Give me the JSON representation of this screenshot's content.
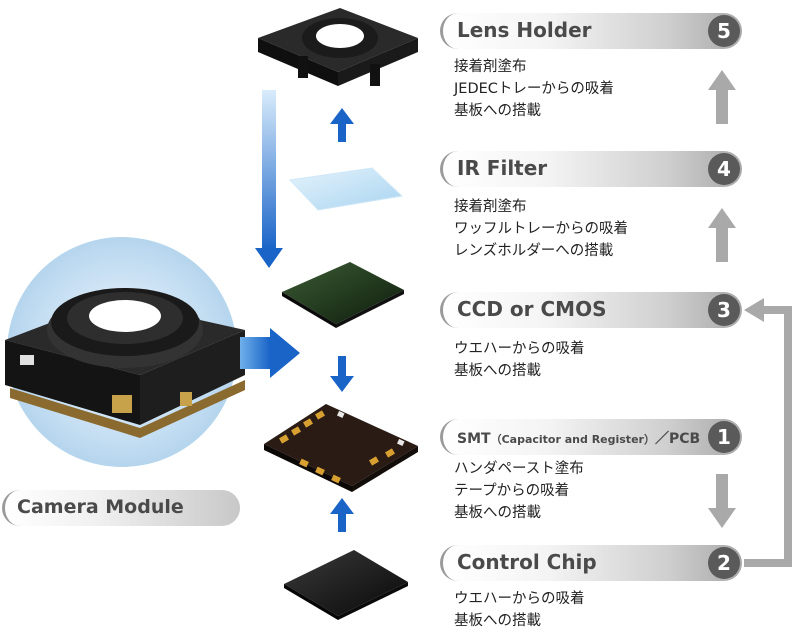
{
  "camera_module": {
    "label": "Camera Module"
  },
  "steps": [
    {
      "id": "lens-holder",
      "title": "Lens Holder",
      "number": "5",
      "lines": [
        "接着剤塗布",
        "JEDECトレーからの吸着",
        "基板への搭載"
      ]
    },
    {
      "id": "ir-filter",
      "title": "IR Filter",
      "number": "4",
      "lines": [
        "接着剤塗布",
        "ワッフルトレーからの吸着",
        "レンズホルダーへの搭載"
      ]
    },
    {
      "id": "ccd-cmos",
      "title": "CCD or CMOS",
      "number": "3",
      "lines": [
        "ウエハーからの吸着",
        "基板への搭載"
      ]
    },
    {
      "id": "smt-pcb",
      "title": "SMT",
      "title_sub": "（Capacitor and Register）",
      "title_tail": "／PCB",
      "number": "1",
      "lines": [
        "ハンダペースト塗布",
        "テープからの吸着",
        "基板への搭載"
      ]
    },
    {
      "id": "control-chip",
      "title": "Control Chip",
      "number": "2",
      "lines": [
        "ウエハーからの吸着",
        "基板への搭載"
      ]
    }
  ],
  "colors": {
    "blue_arrow": "#1a6fd0",
    "gray_arrow": "#a9a9a9",
    "number_badge": "#5a5a5a",
    "ir_filter": "#bfe0f5",
    "sensor_green": "#1f3a1c"
  },
  "icons": [
    "lens-holder-part",
    "ir-filter-part",
    "sensor-chip-part",
    "pcb-board-part",
    "control-chip-part",
    "camera-module-image"
  ]
}
